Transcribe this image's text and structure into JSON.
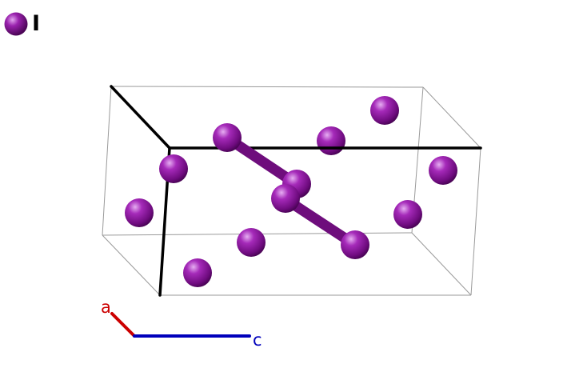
{
  "legend": {
    "element": "I",
    "color": "#7d0f8c"
  },
  "atom_color": "#7d0f8c",
  "bond_color": "#6e0d7c",
  "axes": {
    "a": {
      "label": "a",
      "color": "#cc0000"
    },
    "c": {
      "label": "c",
      "color": "#0000bb"
    }
  }
}
